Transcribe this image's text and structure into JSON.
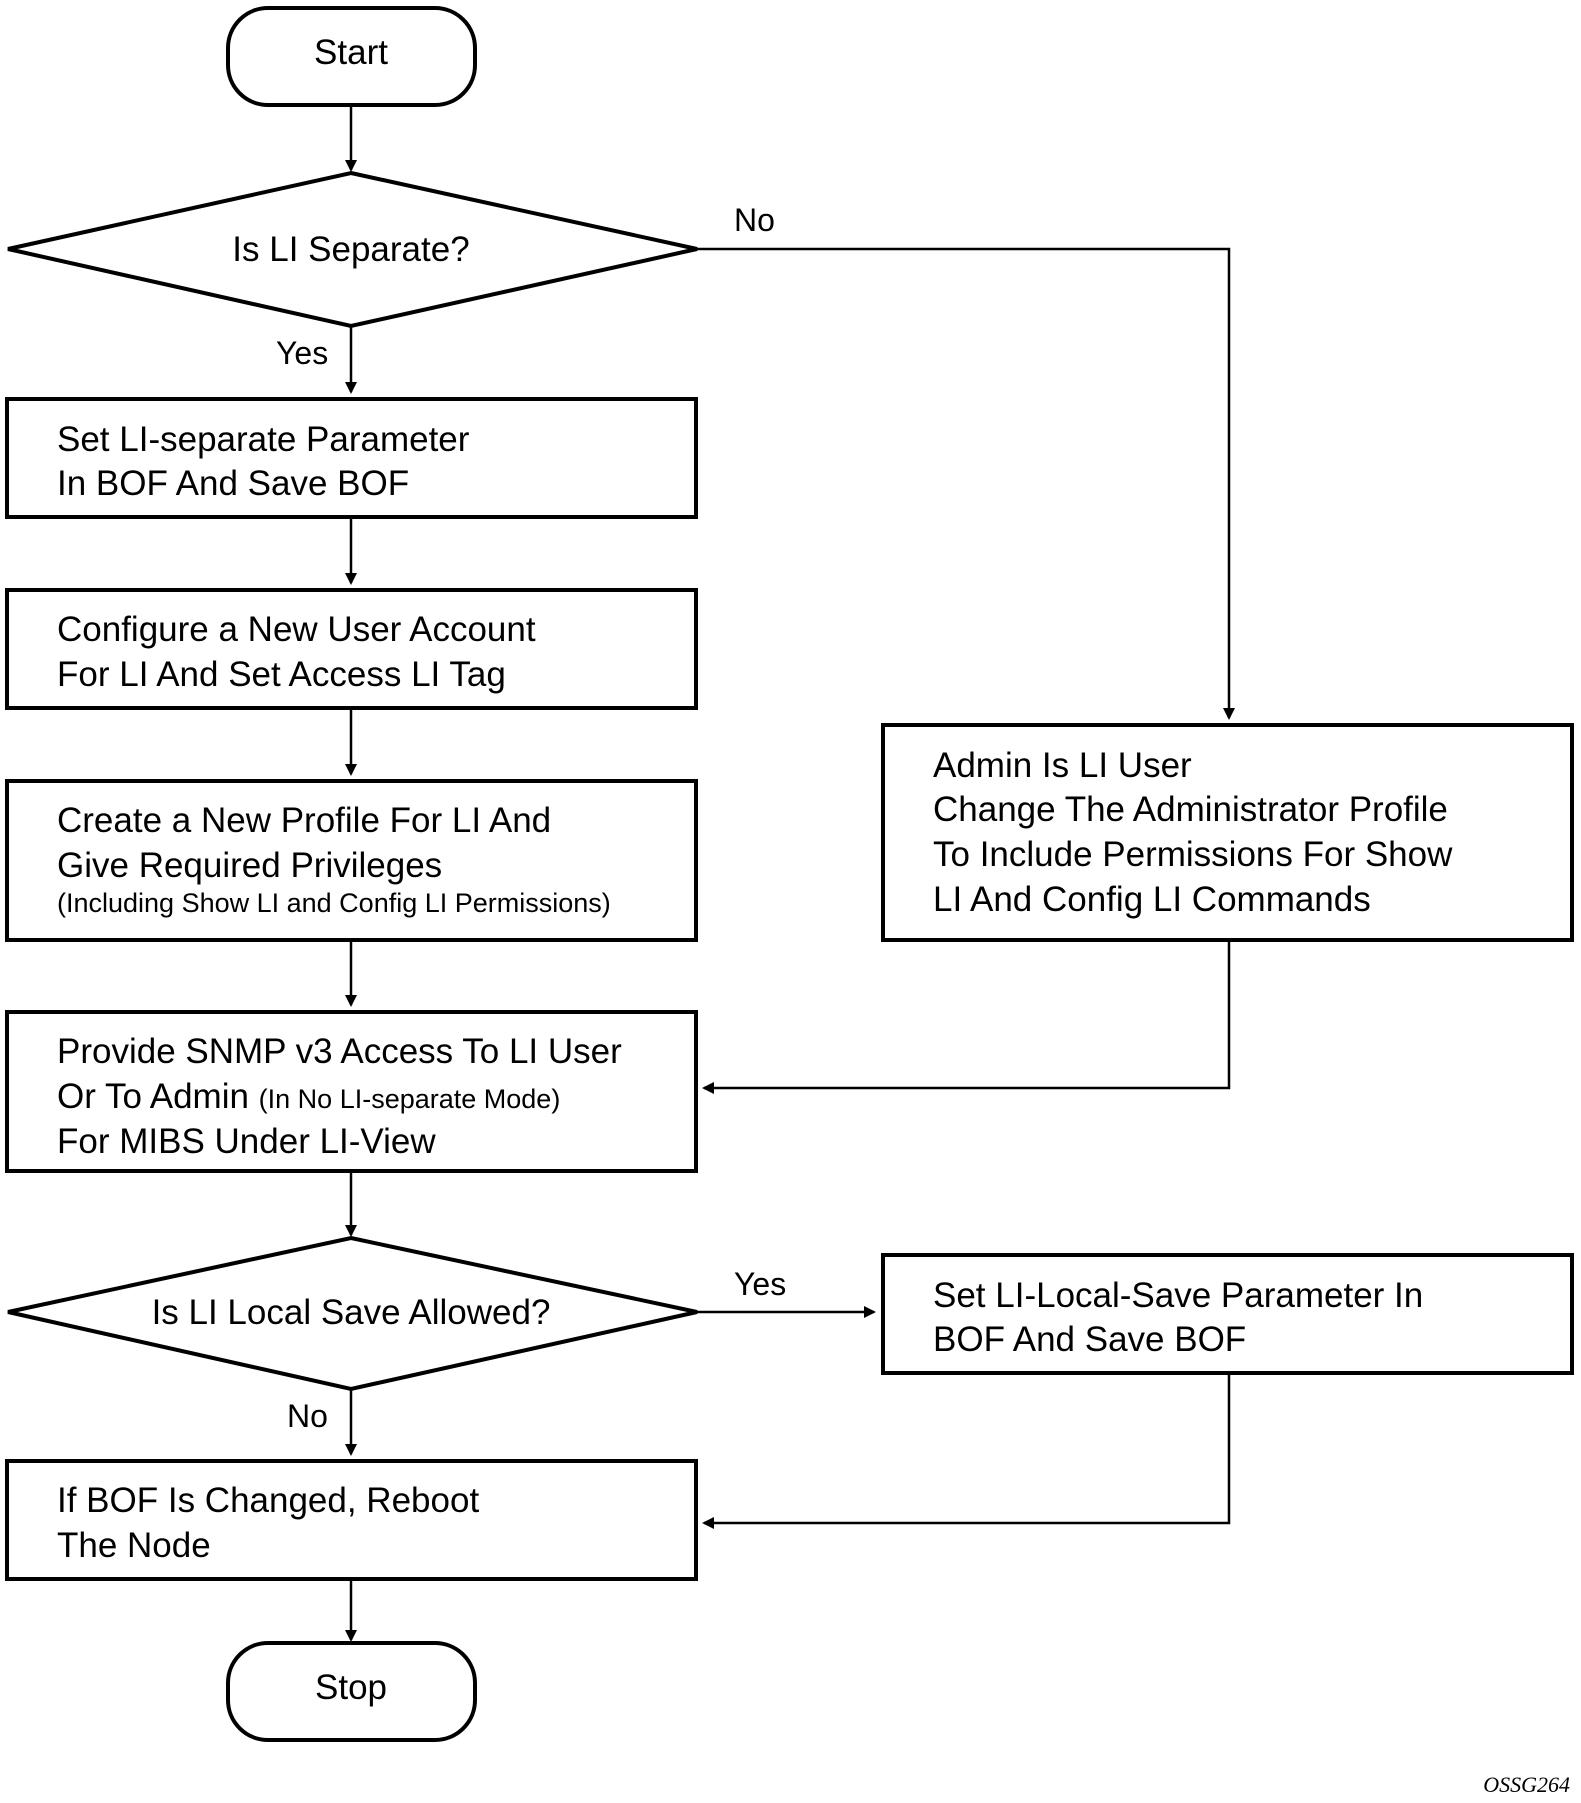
{
  "nodes": {
    "start": "Start",
    "decision_separate": "Is LI Separate?",
    "set_separate": [
      "Set LI-separate Parameter",
      "In BOF And Save BOF"
    ],
    "configure_user": [
      "Configure a New User Account",
      "For LI And Set Access LI Tag"
    ],
    "create_profile": [
      "Create a New Profile For LI And",
      "Give Required Privileges"
    ],
    "create_profile_note": "(Including Show LI and Config LI Permissions)",
    "admin_user": [
      "Admin Is LI User",
      "Change The Administrator Profile",
      "To Include Permissions For Show",
      "LI And Config LI Commands"
    ],
    "snmp_line1": "Provide SNMP v3 Access To LI User",
    "snmp_line2_main": "Or To Admin ",
    "snmp_line2_note": "(In No LI-separate Mode)",
    "snmp_line3": "For MIBS Under LI-View",
    "decision_local_save": "Is LI Local Save Allowed?",
    "set_local_save": [
      "Set LI-Local-Save Parameter In",
      "BOF And Save BOF"
    ],
    "reboot": [
      "If BOF Is Changed, Reboot",
      "The Node"
    ],
    "stop": "Stop"
  },
  "edges": {
    "separate_no": "No",
    "separate_yes": "Yes",
    "local_save_yes": "Yes",
    "local_save_no": "No"
  },
  "figure_id": "OSSG264"
}
